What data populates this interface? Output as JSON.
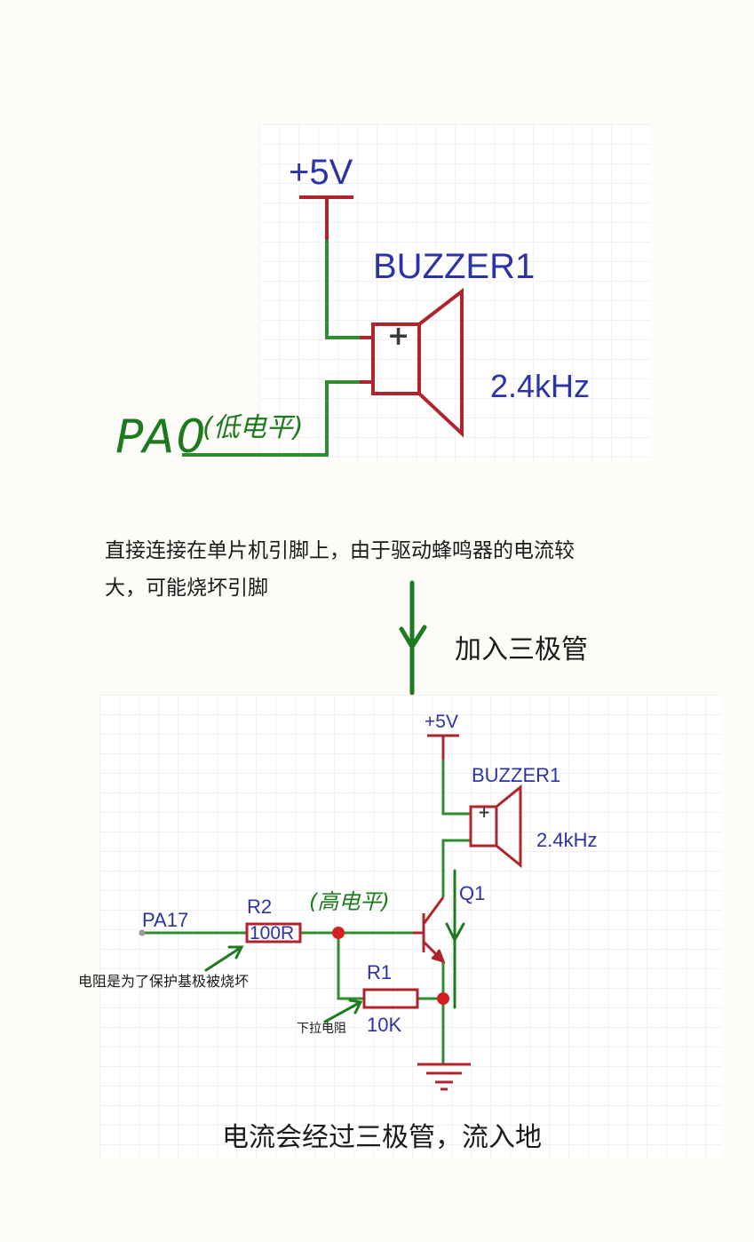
{
  "top_circuit": {
    "supply_label": "+5V",
    "buzzer_name": "BUZZER1",
    "buzzer_freq": "2.4kHz",
    "plus_sign": "+",
    "pin_label": "PA0",
    "pin_note": "(低电平)"
  },
  "explanation": {
    "line1": "直接连接在单片机引脚上，由于驱动蜂鸣器的电流较",
    "line2": "大，可能烧坏引脚"
  },
  "transition_label": "加入三极管",
  "bottom_circuit": {
    "supply_label": "+5V",
    "buzzer_name": "BUZZER1",
    "buzzer_freq": "2.4kHz",
    "plus_sign": "+",
    "transistor_label": "Q1",
    "pin_label": "PA17",
    "r2_name": "R2",
    "r2_value": "100R",
    "r1_name": "R1",
    "r1_value": "10K",
    "base_note": "(高电平)",
    "r2_note": "电阻是为了保护基极被烧坏",
    "r1_note": "下拉电阻",
    "caption": "电流会经过三极管，流入地"
  },
  "colors": {
    "wire": "#2f8c2f",
    "component": "#b0242e",
    "label": "#2b33a6",
    "handwriting": "#1e7a1e"
  }
}
